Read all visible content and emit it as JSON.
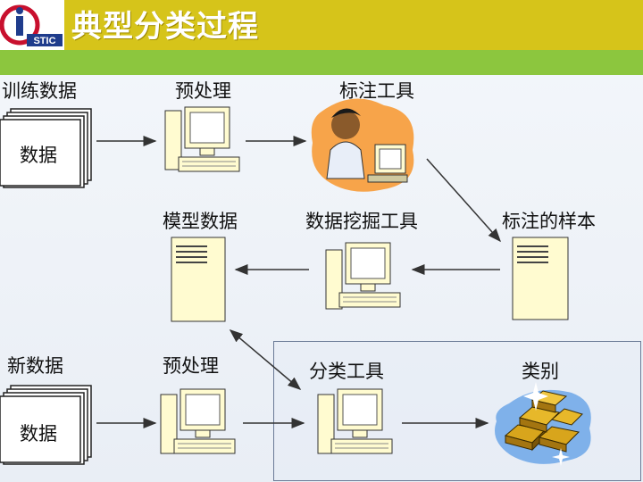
{
  "title": "典型分类过程",
  "logo": {
    "text": "STIC",
    "letter": "i",
    "icon": "istic-logo"
  },
  "labels": {
    "training_data": "训练数据",
    "preprocess_top": "预处理",
    "annotation_tool": "标注工具",
    "model_data": "模型数据",
    "mining_tool": "数据挖掘工具",
    "annotated_samples": "标注的样本",
    "new_data": "新数据",
    "preprocess_bottom": "预处理",
    "classify_tool": "分类工具",
    "category": "类别"
  },
  "doc_top": "数据",
  "doc_bottom": "数据",
  "icons": {
    "computer": "computer-icon",
    "server": "server-icon",
    "person": "person-at-computer-icon",
    "gold": "gold-bars-icon",
    "documents": "document-stack-icon"
  },
  "colors": {
    "title_bar": "#d6c41a",
    "green_band": "#8cc63e",
    "computer_body": "#fffbd0",
    "arrow": "#333333"
  }
}
